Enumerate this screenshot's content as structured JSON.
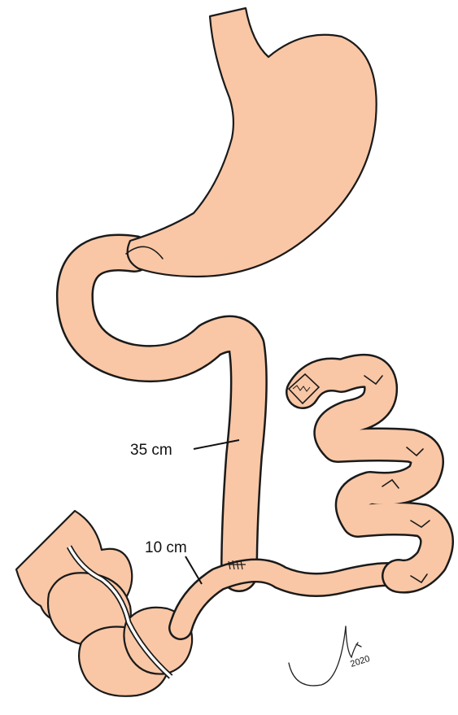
{
  "labels": {
    "upper_length": "35 cm",
    "lower_length": "10 cm"
  },
  "signature": {
    "year": "2020"
  },
  "colors": {
    "tissue": "#f9c7a6",
    "outline": "#1a1a1a"
  }
}
